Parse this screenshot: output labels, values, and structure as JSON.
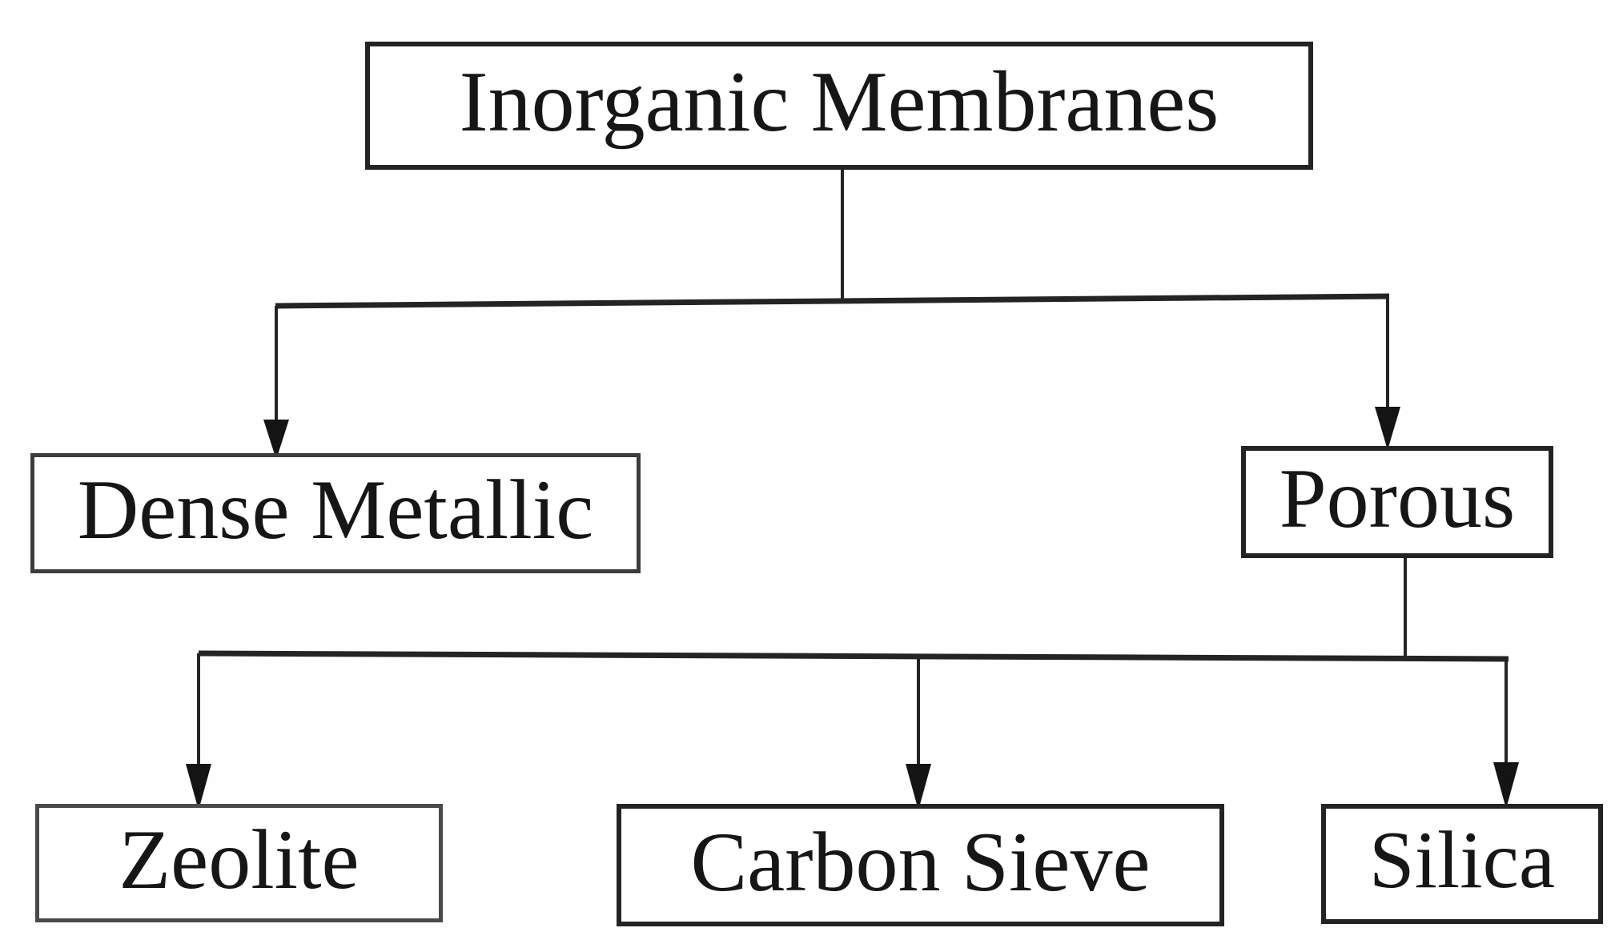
{
  "diagram": {
    "type": "flowchart",
    "background": "#ffffff",
    "line_color": "#222222",
    "text_color": "#161616",
    "box_border_color": "#232323",
    "nodes": [
      {
        "id": "inorganic-membranes",
        "label": "Inorganic Membranes",
        "level": 0
      },
      {
        "id": "dense-metallic",
        "label": "Dense Metallic",
        "level": 1
      },
      {
        "id": "porous",
        "label": "Porous",
        "level": 1
      },
      {
        "id": "zeolite",
        "label": "Zeolite",
        "level": 2
      },
      {
        "id": "carbon-sieve",
        "label": "Carbon Sieve",
        "level": 2
      },
      {
        "id": "silica",
        "label": "Silica",
        "level": 2
      }
    ],
    "edges": [
      {
        "from": "inorganic-membranes",
        "to": "dense-metallic"
      },
      {
        "from": "inorganic-membranes",
        "to": "porous"
      },
      {
        "from": "porous",
        "to": "zeolite"
      },
      {
        "from": "porous",
        "to": "carbon-sieve"
      },
      {
        "from": "porous",
        "to": "silica"
      }
    ]
  }
}
